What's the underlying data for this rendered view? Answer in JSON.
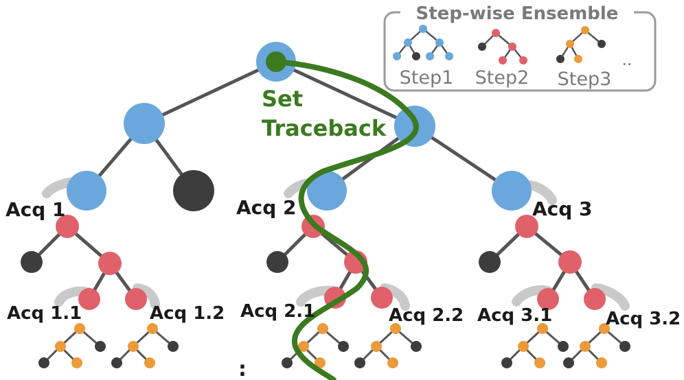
{
  "colors": {
    "blue": "#6aa7dc",
    "red": "#e0616a",
    "orange": "#ec9a3a",
    "dark": "#3d3d3d",
    "edge": "#555555",
    "arc": "#c9c9c9",
    "trace": "#3b7a1f",
    "legend_border": "#9a9a9a"
  },
  "legend": {
    "title": "Step-wise Ensemble",
    "steps": [
      "Step1",
      "Step2",
      "Step3"
    ],
    "more": ".."
  },
  "trace": {
    "line1": "Set",
    "line2": "Traceback"
  },
  "acquisitions": {
    "a1": "Acq 1",
    "a2": "Acq 2",
    "a3": "Acq 3",
    "a11": "Acq 1.1",
    "a12": "Acq 1.2",
    "a21": "Acq 2.1",
    "a22": "Acq 2.2",
    "a31": "Acq 3.1",
    "a32": "Acq 3.2"
  },
  "ellipsis": ":"
}
